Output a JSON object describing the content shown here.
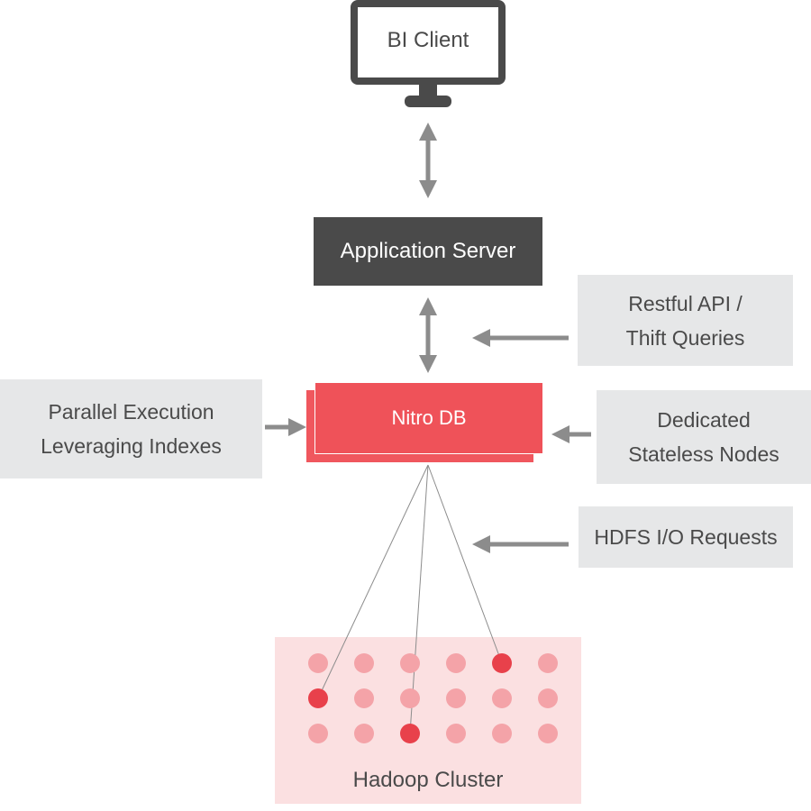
{
  "bi_client": {
    "label": "BI Client"
  },
  "application_server": {
    "label": "Application Server"
  },
  "nitro_db": {
    "label": "Nitro DB"
  },
  "notes": {
    "restful": {
      "line1": "Restful API /",
      "line2": "Thift Queries"
    },
    "parallel": {
      "line1": "Parallel Execution",
      "line2": "Leveraging Indexes"
    },
    "dedicated": {
      "line1": "Dedicated",
      "line2": "Stateless Nodes"
    },
    "hdfs": {
      "line1": "HDFS I/O Requests"
    }
  },
  "hadoop_cluster": {
    "label": "Hadoop Cluster",
    "rows": 3,
    "cols": 6,
    "active_nodes": [
      [
        0,
        4
      ],
      [
        1,
        0
      ],
      [
        2,
        2
      ]
    ]
  },
  "colors": {
    "dark_gray": "#4a4a4a",
    "arrow_gray": "#8c8c8c",
    "note_bg": "#e6e7e8",
    "nitro_red": "#ef5259",
    "cluster_bg": "#fbe0e1",
    "node_light": "#f4a3a8",
    "node_active": "#e8414b"
  }
}
